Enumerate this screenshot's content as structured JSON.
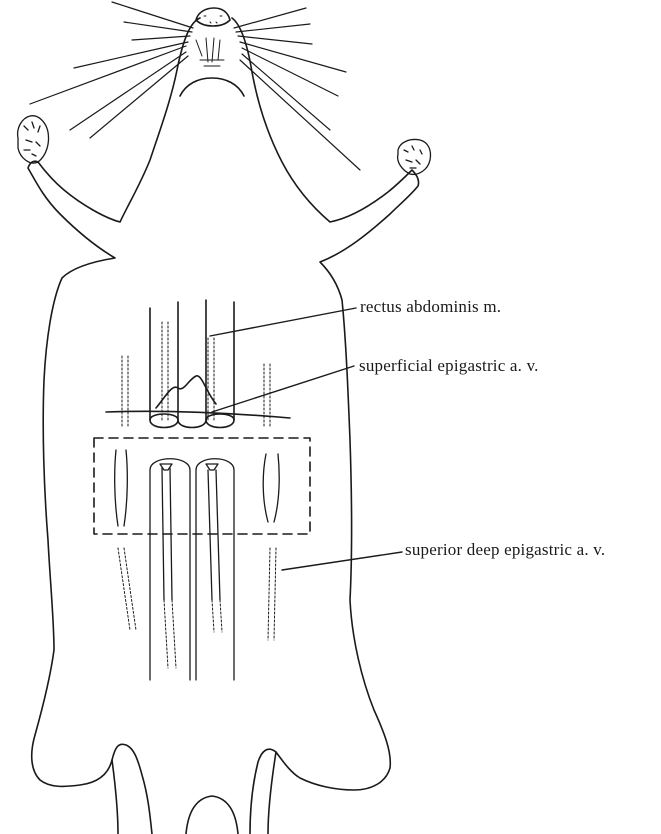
{
  "labels": {
    "rectus": "rectus abdominis m.",
    "superficial": "superficial epigastric a. v.",
    "deep": "superior deep epigastric a. v."
  },
  "colors": {
    "ink": "#1a1a1a",
    "background": "#ffffff"
  }
}
